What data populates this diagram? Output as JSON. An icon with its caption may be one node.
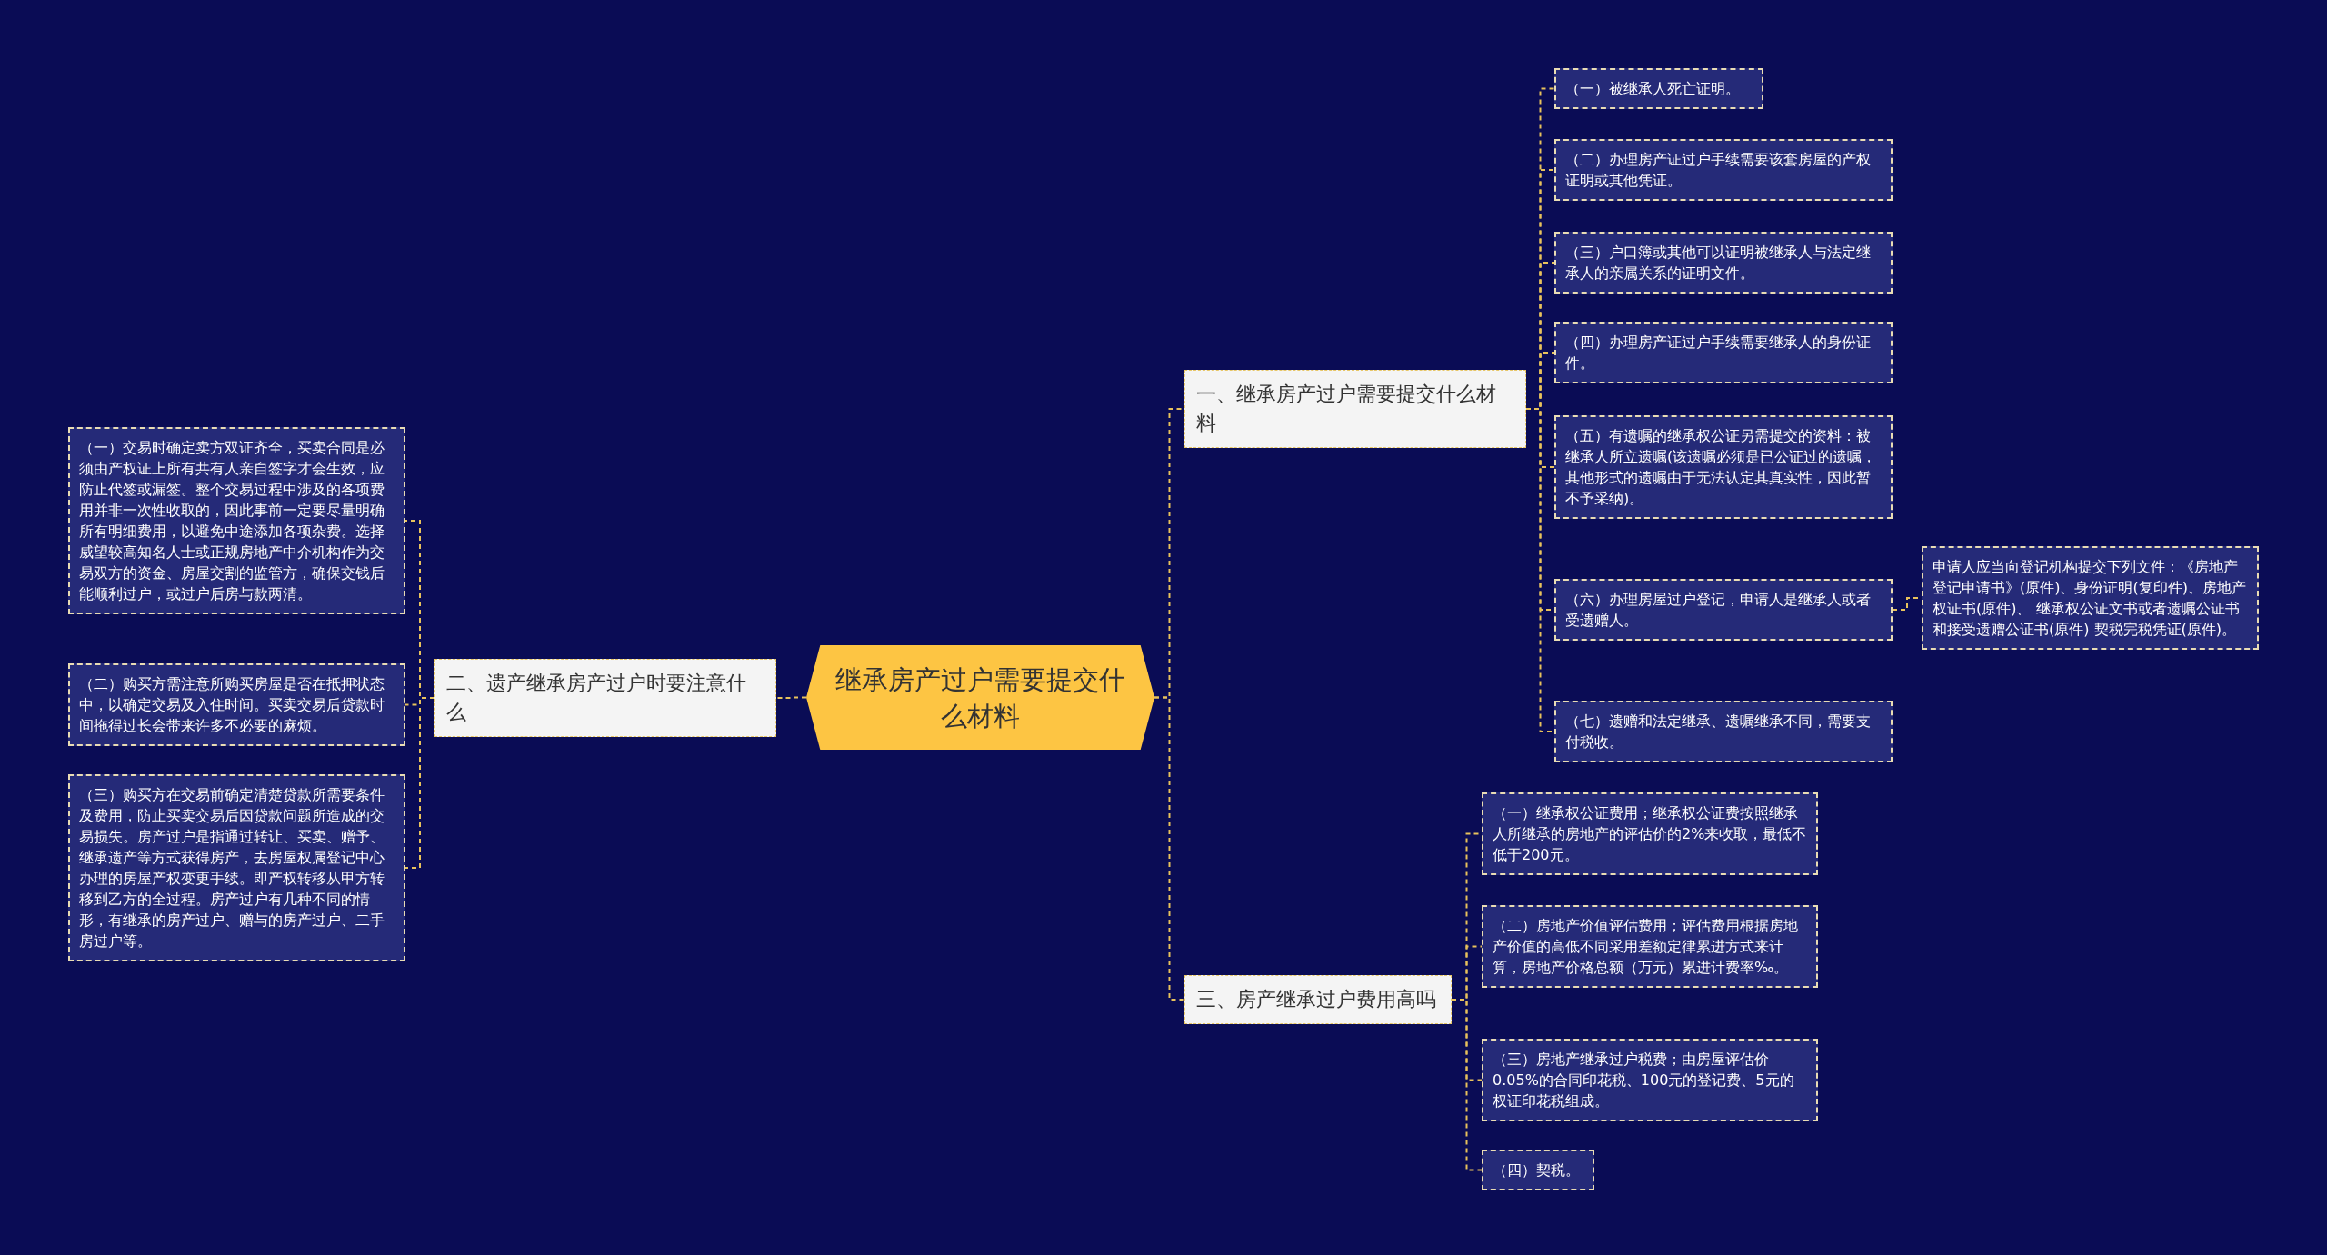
{
  "diagram": {
    "nodes": [
      {
        "text": [
          "继承房产过户需要提交什么材料"
        ]
      },
      {
        "text": [
          "一、继承房产过户需要提交什么材料"
        ]
      },
      {
        "text": [
          "（一）被继承人死亡证明。"
        ]
      },
      {
        "text": [
          "（二）办理房产证过户手续需要该套房屋的产权证明或其他凭证。"
        ]
      },
      {
        "text": [
          "（三）户口簿或其他可以证明被继承人与法定继承人的亲属关系的证明文件。"
        ]
      },
      {
        "text": [
          "（四）办理房产证过户手续需要继承人的身份证件。"
        ]
      },
      {
        "text": [
          "（五）有遗嘱的继承权公证另需提交的资料：被继承人所立遗嘱(该遗嘱必须是已公证过的遗嘱，其他形式的遗嘱由于无法认定其真实性，因此暂不予采纳)。"
        ]
      },
      {
        "text": [
          "（六）办理房屋过户登记，申请人是继承人或者受遗赠人。"
        ]
      },
      {
        "text": [
          "申请人应当向登记机构提交下列文件：《房地产登记申请书》(原件)、身份证明(复印件)、房地产权证书(原件)、 继承权公证文书或者遗嘱公证书和接受遗赠公证书(原件) 契税完税凭证(原件)。"
        ]
      },
      {
        "text": [
          "（七）遗赠和法定继承、遗嘱继承不同，需要支付税收。"
        ]
      },
      {
        "text": [
          "二、遗产继承房产过户时要注意什么"
        ]
      },
      {
        "text": [
          "（一）交易时确定卖方双证齐全，买卖合同是必须由产权证上所有共有人亲自签字才会生效，应防止代签或漏签。整个交易过程中涉及的各项费用并非一次性收取的，因此事前一定要尽量明确所有明细费用，以避免中途添加各项杂费。选择威望较高知名人士或正规房地产中介机构作为交易双方的资金、房屋交割的监管方，确保交钱后能顺利过户，或过户后房与款两清。"
        ]
      },
      {
        "text": [
          "（二）购买方需注意所购买房屋是否在抵押状态中，以确定交易及入住时间。买卖交易后贷款时间拖得过长会带来许多不必要的麻烦。"
        ]
      },
      {
        "text": [
          "（三）购买方在交易前确定清楚贷款所需要条件及费用，防止买卖交易后因贷款问题所造成的交易损失。房产过户是指通过转让、买卖、赠予、继承遗产等方式获得房产，去房屋权属登记中心办理的房屋产权变更手续。即产权转移从甲方转移到乙方的全过程。房产过户有几种不同的情形，有继承的房产过户、赠与的房产过户、二手房过户等。"
        ]
      },
      {
        "text": [
          "三、房产继承过户费用高吗"
        ]
      },
      {
        "text": [
          "（一）继承权公证费用；继承权公证费按照继承人所继承的房地产的评估价的2%来收取，最低不低于200元。"
        ]
      },
      {
        "text": [
          "（二）房地产价值评估费用；评估费用根据房地产价值的高低不同采用差额定律累进方式来计算，房地产价格总额（万元）累进计费率‰。"
        ]
      },
      {
        "text": [
          "（三）房地产继承过户税费；由房屋评估价0.05%的合同印花税、100元的登记费、5元的权证印花税组成。"
        ]
      },
      {
        "text": [
          "（四）契税。"
        ]
      }
    ],
    "edges": [
      {
        "from": 0,
        "to": 1,
        "arrow": "none"
      },
      {
        "from": 1,
        "to": 2,
        "arrow": "none"
      },
      {
        "from": 1,
        "to": 3,
        "arrow": "none"
      },
      {
        "from": 1,
        "to": 4,
        "arrow": "none"
      },
      {
        "from": 1,
        "to": 5,
        "arrow": "none"
      },
      {
        "from": 1,
        "to": 6,
        "arrow": "none"
      },
      {
        "from": 1,
        "to": 7,
        "arrow": "none"
      },
      {
        "from": 7,
        "to": 8,
        "arrow": "none"
      },
      {
        "from": 1,
        "to": 9,
        "arrow": "none"
      },
      {
        "from": 0,
        "to": 10,
        "arrow": "none"
      },
      {
        "from": 10,
        "to": 11,
        "arrow": "none"
      },
      {
        "from": 10,
        "to": 12,
        "arrow": "none"
      },
      {
        "from": 10,
        "to": 13,
        "arrow": "none"
      },
      {
        "from": 0,
        "to": 14,
        "arrow": "none"
      },
      {
        "from": 14,
        "to": 15,
        "arrow": "none"
      },
      {
        "from": 14,
        "to": 16,
        "arrow": "none"
      },
      {
        "from": 14,
        "to": 17,
        "arrow": "none"
      },
      {
        "from": 14,
        "to": 18,
        "arrow": "none"
      }
    ]
  }
}
